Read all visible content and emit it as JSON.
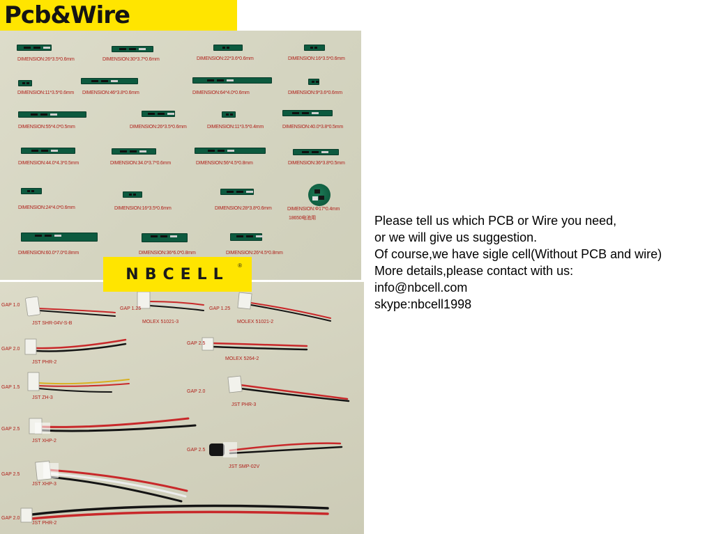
{
  "title": "Pcb&Wire",
  "logo": {
    "text": "NBCELL",
    "mark": "®"
  },
  "pcb_labels": [
    "DIMENSION:26*3.5*0.6mm",
    "DIMENSION:30*3.7*0.6mm",
    "DIMENSION:22*3.6*0.6mm",
    "DIMENSION:16*3.5*0.6mm",
    "DIMENSION:11*3.5*0.6mm",
    "DIMENSION:46*3.8*0.6mm",
    "DIMENSION:64*4.0*0.6mm",
    "DIMENSION:9*3.6*0.6mm",
    "DIMENSION:55*4.0*0.5mm",
    "DIMENSION:26*3.5*0.6mm",
    "DIMENSION:11*3.5*0.4mm",
    "DIMENSION:40.0*3.8*0.5mm",
    "DIMENSION:44.0*4.3*0.5mm",
    "DIMENSION:34.0*3.7*0.6mm",
    "DIMENSION:56*4.5*0.8mm",
    "DIMENSION:36*3.8*0.5mm",
    "DIMENSION:24*4.0*0.6mm",
    "DIMENSION:16*3.5*0.6mm",
    "DIMENSION:28*3.8*0.6mm",
    "DIMENSION:Φ17*0.4mm",
    "18650电池用",
    "DIMENSION:60.0*7.0*0.8mm",
    "DIMENSION:36*6.0*0.8mm",
    "DIMENSION:26*4.5*0.8mm"
  ],
  "wire_labels": [
    "GAP 1.0",
    "JST SHR-04V-S-B",
    "GAP 1.25",
    "MOLEX 51021-3",
    "GAP 1.25",
    "MOLEX 51021-2",
    "GAP 2.0",
    "JST PHR-2",
    "GAP 2.5",
    "MOLEX 5264-2",
    "GAP 1.5",
    "JST ZH-3",
    "GAP 2.0",
    "JST PHR-3",
    "GAP 2.5",
    "JST XHP-2",
    "GAP 2.5",
    "JST SMP-02V",
    "GAP 2.5",
    "JST XHP-3",
    "GAP 2.0",
    "JST PHR-2"
  ],
  "info_lines": [
    "Please tell us which PCB or Wire you need,",
    "or we will give us suggestion.",
    "Of course,we have sigle cell(Without PCB and wire)",
    "More details,please contact with us:",
    "info@nbcell.com",
    "skype:nbcell1998"
  ]
}
